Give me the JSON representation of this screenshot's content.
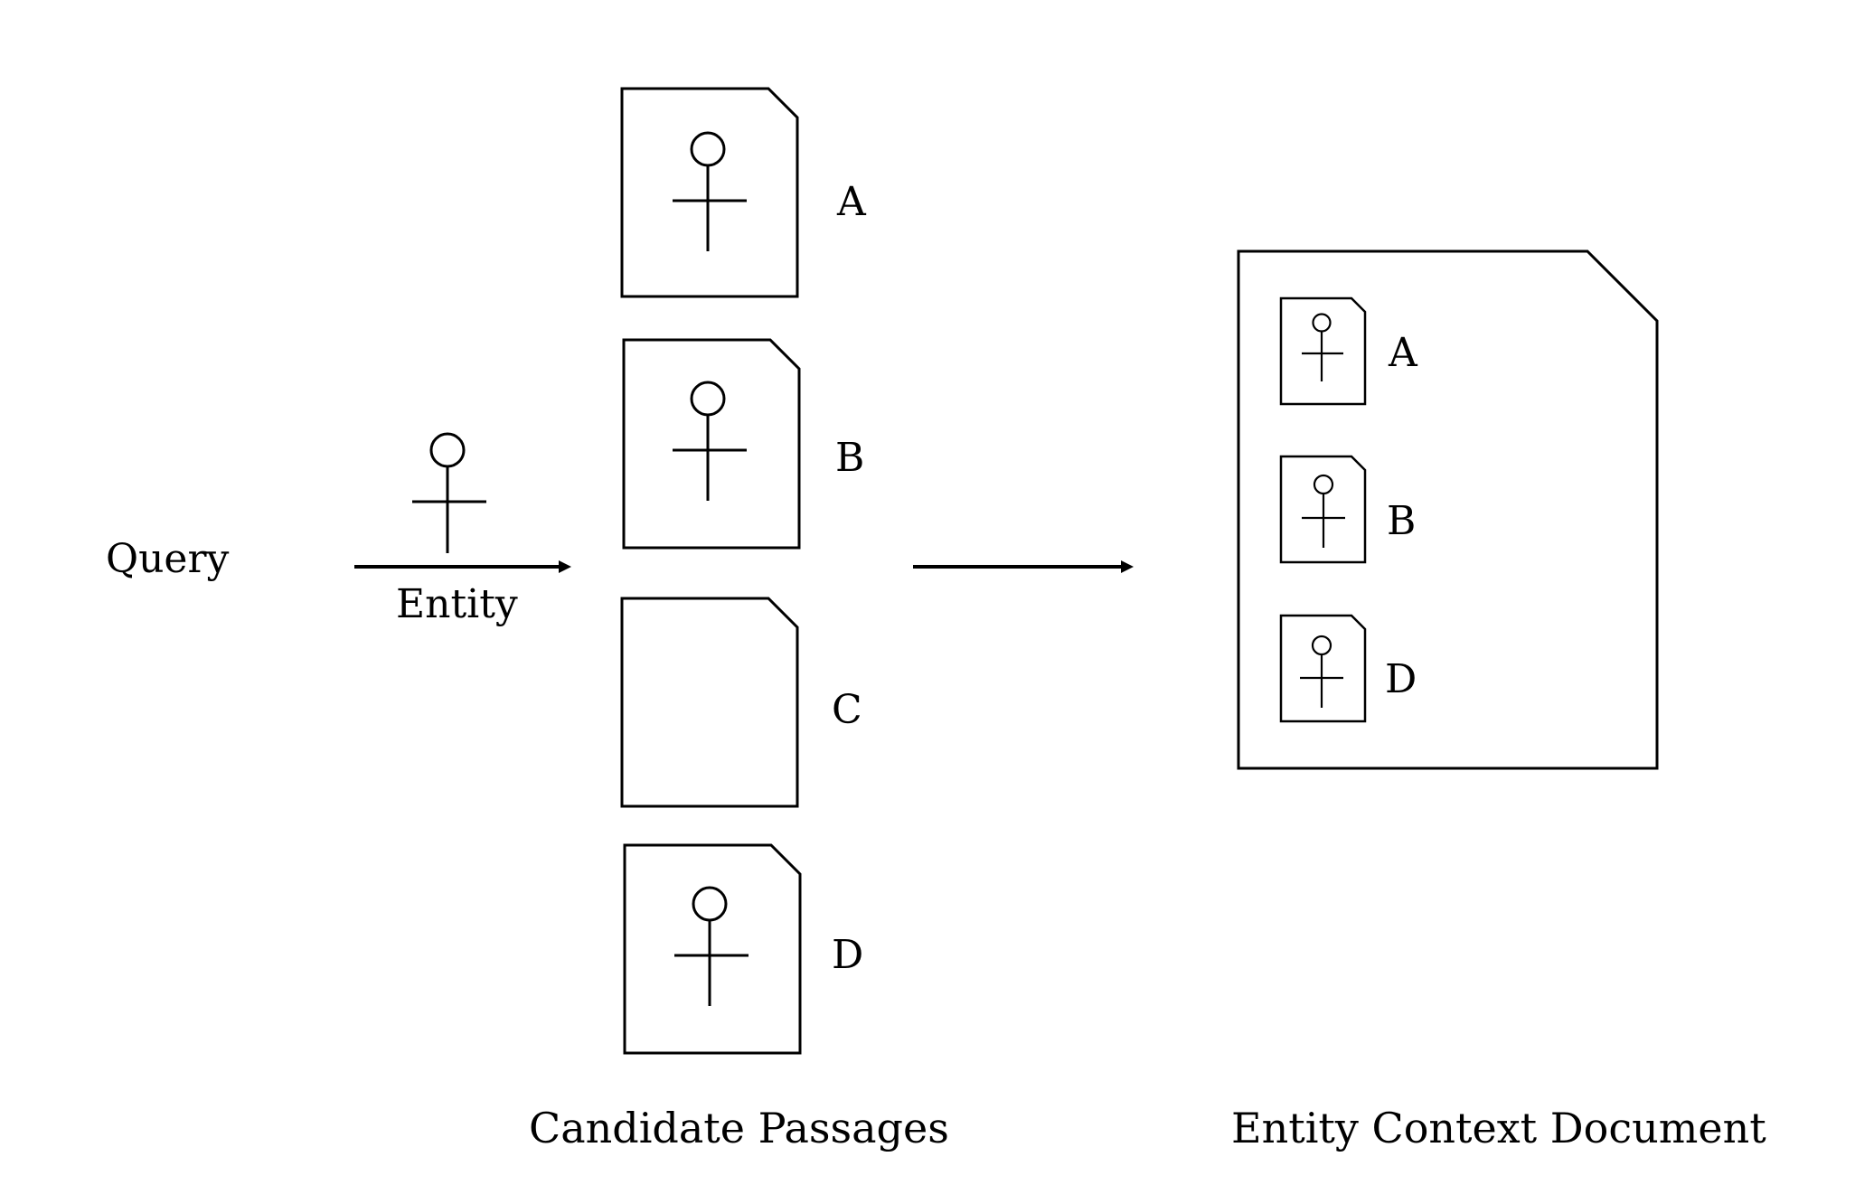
{
  "query_label": "Query",
  "entity_label": "Entity",
  "candidate_passages": {
    "title": "Candidate Passages",
    "items": [
      {
        "label": "A",
        "has_entity": true
      },
      {
        "label": "B",
        "has_entity": true
      },
      {
        "label": "C",
        "has_entity": false
      },
      {
        "label": "D",
        "has_entity": true
      }
    ]
  },
  "entity_context_document": {
    "title": "Entity Context Document",
    "items": [
      {
        "label": "A"
      },
      {
        "label": "B"
      },
      {
        "label": "D"
      }
    ]
  },
  "icons": {
    "entity": "person-icon",
    "passage": "document-icon"
  }
}
